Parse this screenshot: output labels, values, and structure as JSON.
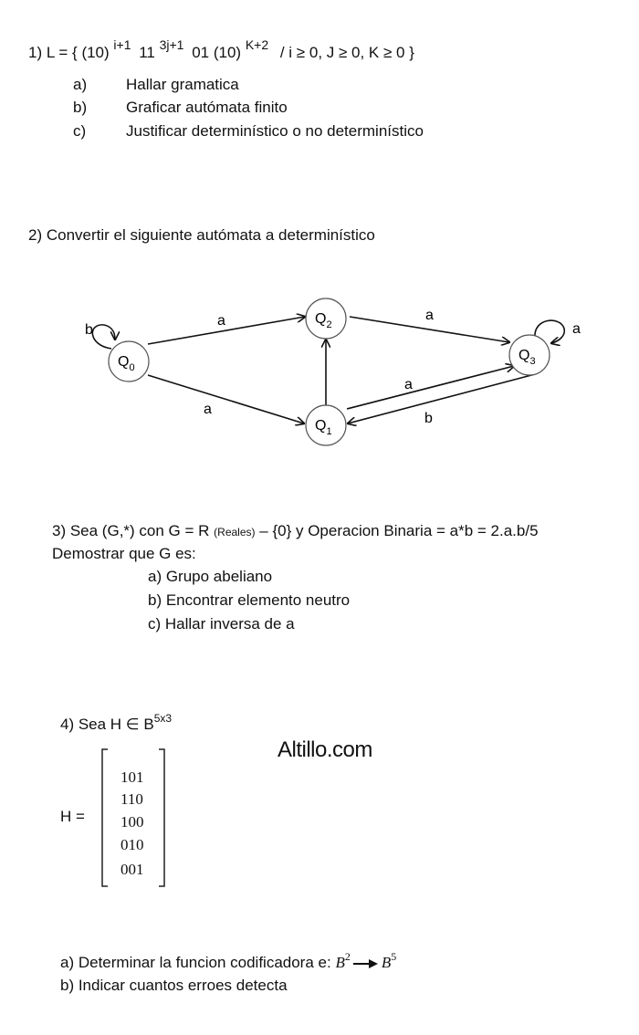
{
  "q1": {
    "prefix": "1) L = { (10)",
    "exp1": "i+1",
    "mid1": "11",
    "exp2": "3j+1",
    "mid2": "01 (10)",
    "exp3": "K+2",
    "suffix": "/ i ≥ 0, J ≥ 0, K ≥ 0 }",
    "items": [
      {
        "label": "a)",
        "text": "Hallar gramatica"
      },
      {
        "label": "b)",
        "text": "Graficar autómata finito"
      },
      {
        "label": "c)",
        "text": "Justificar determinístico o no determinístico"
      }
    ]
  },
  "q2": {
    "text": "2) Convertir el siguiente autómata a determinístico",
    "automaton": {
      "states": [
        {
          "name": "Q",
          "sub": "0"
        },
        {
          "name": "Q",
          "sub": "1"
        },
        {
          "name": "Q",
          "sub": "2"
        },
        {
          "name": "Q",
          "sub": "3"
        }
      ],
      "transitions": [
        {
          "from": "Q0",
          "to": "Q0",
          "label": "b"
        },
        {
          "from": "Q0",
          "to": "Q2",
          "label": "a"
        },
        {
          "from": "Q0",
          "to": "Q1",
          "label": "a"
        },
        {
          "from": "Q1",
          "to": "Q2",
          "label": ""
        },
        {
          "from": "Q2",
          "to": "Q3",
          "label": "a"
        },
        {
          "from": "Q1",
          "to": "Q3",
          "label": "a"
        },
        {
          "from": "Q3",
          "to": "Q1",
          "label": "b"
        },
        {
          "from": "Q3",
          "to": "Q3",
          "label": "a"
        }
      ]
    }
  },
  "q3": {
    "line1_a": "3) Sea (G,*) con G = R",
    "line1_small": "(Reales)",
    "line1_b": "– {0} y Operacion Binaria = a*b = 2.a.b/5",
    "line2": "Demostrar que G es:",
    "items": [
      "a) Grupo abeliano",
      "b) Encontrar elemento neutro",
      "c) Hallar inversa de a"
    ]
  },
  "q4": {
    "title": "4) Sea H ∈ B",
    "title_sup": "5x3",
    "watermark": "Altillo.com",
    "h_label": "H =",
    "matrix_rows": [
      "101",
      "110",
      "100",
      "010",
      "001"
    ],
    "item_a_text": "a) Determinar la funcion codificadora e: ",
    "item_a_math1": "B",
    "item_a_sup1": "2",
    "item_a_math2": "B",
    "item_a_sup2": "5",
    "item_b": "b) Indicar cuantos erroes detecta"
  }
}
